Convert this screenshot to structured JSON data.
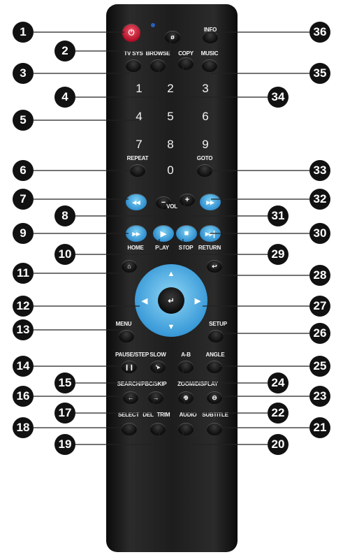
{
  "remote": {
    "labels": {
      "tvsys": "TV SYS",
      "browse": "BROWSE",
      "copy": "COPY",
      "music": "MUSIC",
      "info": "INFO",
      "repeat": "REPEAT",
      "goto": "GOTO",
      "vol": "VOL",
      "home": "HOME",
      "play": "PLAY",
      "stop": "STOP",
      "return": "RETURN",
      "menu": "MENU",
      "setup": "SETUP",
      "pause_step": "PAUSE/STEP",
      "slow": "SLOW",
      "ab": "A-B",
      "angle": "ANGLE",
      "search_pbc": "SEARCH/PBC/SKIP",
      "zoom": "ZOOM/DISPLAY",
      "select": "SELECT",
      "del": "DEL",
      "trim": "TRIM",
      "audio": "AUDIO",
      "subtitle": "SUBTITLE"
    },
    "keys": [
      "1",
      "2",
      "3",
      "4",
      "5",
      "6",
      "7",
      "8",
      "9",
      "0"
    ]
  },
  "callouts": [
    "1",
    "2",
    "3",
    "4",
    "5",
    "6",
    "7",
    "8",
    "9",
    "10",
    "11",
    "12",
    "13",
    "14",
    "15",
    "16",
    "17",
    "18",
    "19",
    "20",
    "21",
    "22",
    "23",
    "24",
    "25",
    "26",
    "27",
    "28",
    "29",
    "30",
    "31",
    "32",
    "33",
    "34",
    "35",
    "36"
  ]
}
